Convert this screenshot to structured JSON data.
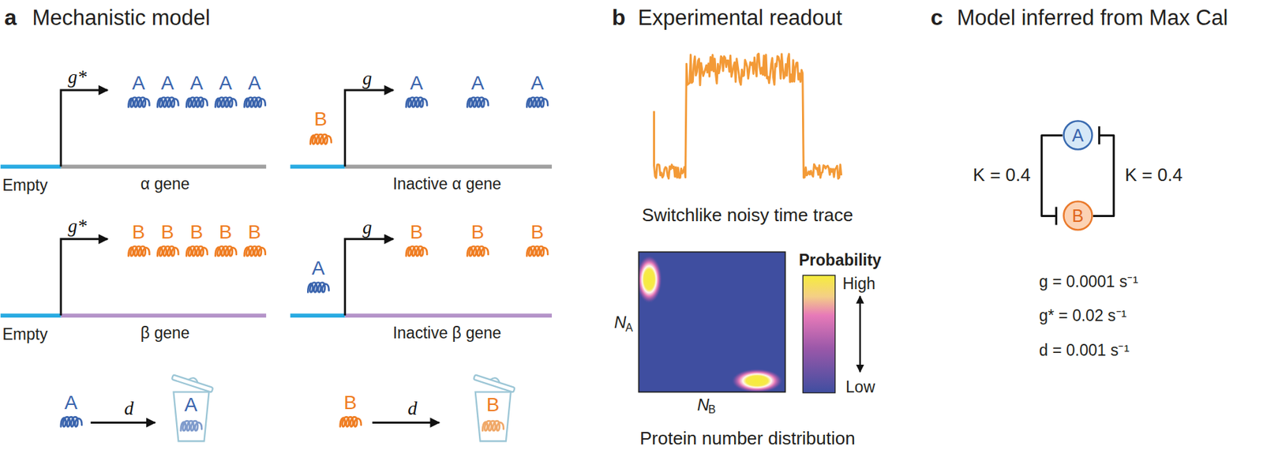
{
  "diagram": {
    "nodes": [
      {
        "text": [
          "A"
        ]
      },
      {
        "text": [
          "B"
        ]
      }
    ],
    "edges": [
      {
        "from": 0,
        "to": 1,
        "arrow": "to",
        "label": "K = 0.4"
      },
      {
        "from": 1,
        "to": 0,
        "arrow": "to",
        "label": "K = 0.4"
      }
    ],
    "labels": [
      "a",
      "Mechanistic model",
      "g*",
      "A",
      "A",
      "A",
      "A",
      "A",
      "Empty",
      "α gene",
      "B",
      "g",
      "A",
      "A",
      "A",
      "Inactive α gene",
      "g*",
      "B",
      "B",
      "B",
      "B",
      "B",
      "Empty",
      "β gene",
      "A",
      "g",
      "B",
      "B",
      "B",
      "Inactive β gene",
      "A",
      "d",
      "A",
      "B",
      "d",
      "B",
      "b",
      "Experimental readout",
      "Switchlike noisy time trace",
      "Probability",
      "High",
      "Low",
      "N",
      "A",
      "N",
      "B",
      "Protein number distribution",
      "c",
      "Model inferred from Max Cal",
      "g = 0.0001 s⁻¹",
      "g* = 0.02 s⁻¹",
      "d = 0.001 s⁻¹"
    ]
  }
}
